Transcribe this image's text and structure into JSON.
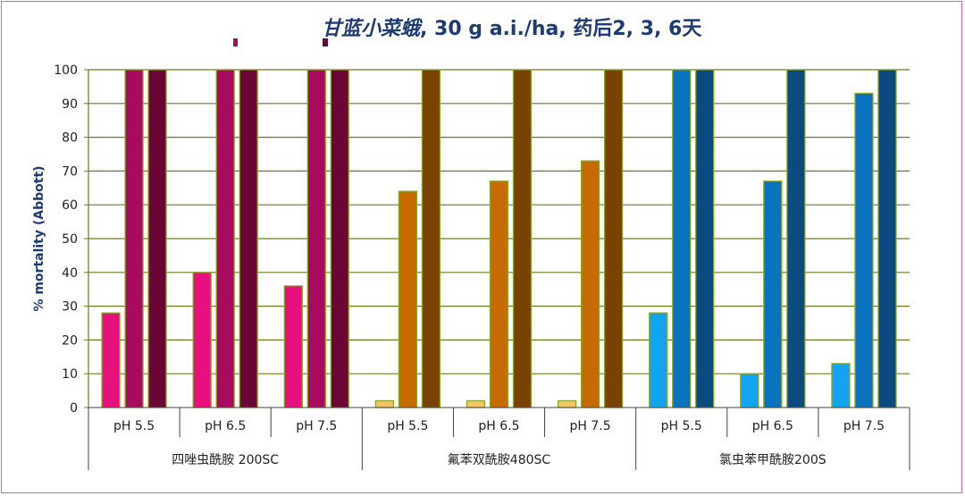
{
  "chart_data": {
    "type": "bar",
    "title_italic": "甘蓝小菜蛾",
    "title_rest": ", 30 g a.i./ha, 药后2, 3, 6天",
    "ylabel": "% mortality (Abbott)",
    "ylim": [
      0,
      100
    ],
    "yticks": [
      0,
      10,
      20,
      30,
      40,
      50,
      60,
      70,
      80,
      90,
      100
    ],
    "grid": true,
    "groups": [
      {
        "name": "四唑虫酰胺 200SC",
        "colors": [
          "#e8107f",
          "#a80a5e",
          "#6b0535"
        ],
        "categories": [
          {
            "label": "pH 5.5",
            "values": [
              28,
              100,
              100
            ]
          },
          {
            "label": "pH 6.5",
            "values": [
              40,
              100,
              100
            ]
          },
          {
            "label": "pH 7.5",
            "values": [
              36,
              100,
              100
            ]
          }
        ]
      },
      {
        "name": "氟苯双酰胺480SC",
        "colors": [
          "#f5c469",
          "#c76b00",
          "#7a4200"
        ],
        "categories": [
          {
            "label": "pH 5.5",
            "values": [
              2,
              64,
              100
            ]
          },
          {
            "label": "pH 6.5",
            "values": [
              2,
              67,
              100
            ]
          },
          {
            "label": "pH 7.5",
            "values": [
              2,
              73,
              100
            ]
          }
        ]
      },
      {
        "name": "氯虫苯甲酰胺200S",
        "colors": [
          "#12a4f0",
          "#0b72bf",
          "#0b4a80"
        ],
        "categories": [
          {
            "label": "pH 5.5",
            "values": [
              28,
              100,
              100
            ]
          },
          {
            "label": "pH 6.5",
            "values": [
              10,
              67,
              100
            ]
          },
          {
            "label": "pH 7.5",
            "values": [
              13,
              93,
              100
            ]
          }
        ]
      }
    ]
  }
}
